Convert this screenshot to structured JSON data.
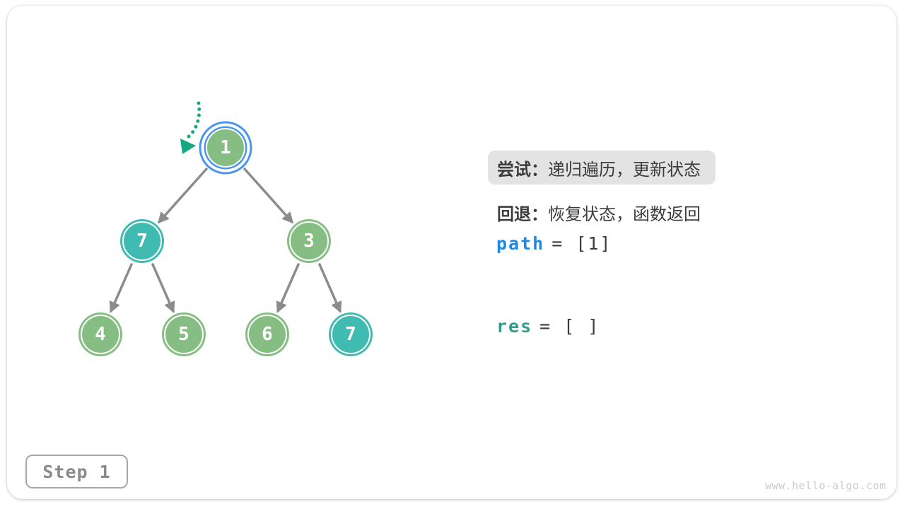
{
  "colors": {
    "node_green": "#86BD83",
    "node_teal": "#40BBB2",
    "highlight_ring_blue": "#4A95EB",
    "edge_gray": "#8C8C8C",
    "pointer_teal": "#16A785",
    "label_box_bg": "#E3E3E3",
    "text_dark": "#3C3C3C",
    "path_blue": "#1E88E5",
    "res_teal": "#2F9D8E"
  },
  "tree": {
    "nodes": [
      {
        "value": "1"
      },
      {
        "value": "7"
      },
      {
        "value": "3"
      },
      {
        "value": "4"
      },
      {
        "value": "5"
      },
      {
        "value": "6"
      },
      {
        "value": "7"
      }
    ]
  },
  "info": {
    "try_label": "尝试：",
    "try_text": "递归遍历，更新状态",
    "back_label": "回退：",
    "back_text": "恢复状态，函数返回",
    "path_name": "path",
    "path_value": "= [1]",
    "res_name": "res",
    "res_value": "= [ ]"
  },
  "step_badge": {
    "label": "Step 1"
  },
  "footer": {
    "watermark": "www.hello-algo.com"
  }
}
